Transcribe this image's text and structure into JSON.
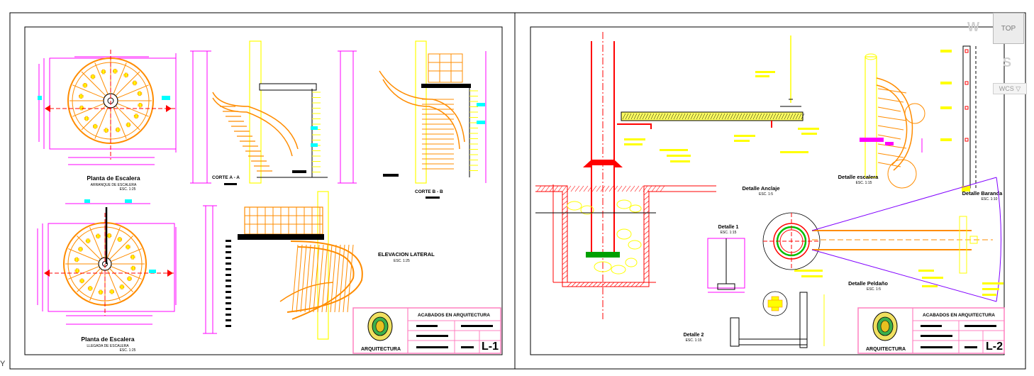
{
  "colors": {
    "outline": "#000000",
    "stair": "#ff8c00",
    "yellow": "#ffff00",
    "magenta": "#ff00ff",
    "red": "#ff0000",
    "cyan": "#00ffff",
    "green": "#00c000"
  },
  "viewcube": {
    "top_label": "TOP",
    "west_label": "W",
    "south_label": "S",
    "wcs_label": "WCS ▽"
  },
  "axis_label": "Y",
  "sheet1": {
    "plan1_title": "Planta de Escalera",
    "plan1_sub": "ARRANQUE DE ESCALERA",
    "plan1_scale": "ESC. 1:25",
    "plan2_title": "Planta de Escalera",
    "plan2_sub": "LLEGADA DE ESCALERA",
    "plan2_scale": "ESC. 1:25",
    "corte_a": "CORTE A - A",
    "corte_b": "CORTE B - B",
    "elev_title": "ELEVACION LATERAL",
    "elev_scale": "ESC. 1:25",
    "tb_title": "ACABADOS EN ARQUITECTURA",
    "tb_logo": "ARQUITECTURA",
    "tb_sheet": "L-1"
  },
  "sheet2": {
    "anclaje_title": "Detalle Anclaje",
    "anclaje_scale": "ESC. 1:5",
    "escalera_title": "Detalle escalera",
    "escalera_scale": "ESC. 1:15",
    "baranda_title": "Detalle Baranda",
    "baranda_scale": "ESC. 1:10",
    "d1_title": "Detalle 1",
    "d1_scale": "ESC. 1:15",
    "d2_title": "Detalle 2",
    "d2_scale": "ESC. 1:15",
    "peldano_title": "Detalle Peldaño",
    "peldano_scale": "ESC. 1:5",
    "tb_title": "ACABADOS EN ARQUITECTURA",
    "tb_logo": "ARQUITECTURA",
    "tb_sheet": "L-2"
  }
}
